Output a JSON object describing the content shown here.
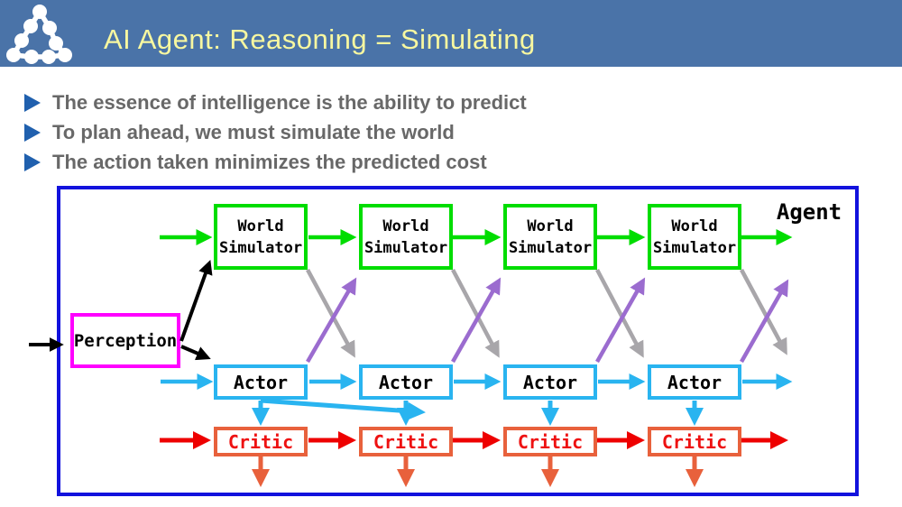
{
  "header": {
    "title": "AI Agent: Reasoning = Simulating",
    "logo_icon": "dot-triangle-network-logo",
    "bg_color": "#4a73a8",
    "title_color": "#f7f7a0"
  },
  "bullets": {
    "marker_color": "#2060ae",
    "text_color": "#686868",
    "items": [
      "The essence of intelligence is the ability to predict",
      "To plan ahead, we must simulate the world",
      "The action taken minimizes the predicted cost"
    ]
  },
  "diagram": {
    "agent_label": "Agent",
    "perception_label": "Perception",
    "world_simulator_label": "World\nSimulator",
    "actor_label": "Actor",
    "critic_label": "Critic",
    "num_columns": 4,
    "colors": {
      "frame_border": "#1212dd",
      "world_simulator_border": "#00dd00",
      "actor_border": "#29b4f0",
      "critic_border": "#e8613c",
      "critic_text": "#ee1111",
      "perception_border": "#ff00ff",
      "green_arrows": "#00dd00",
      "cyan_arrows": "#29b4f0",
      "red_arrows": "#ee0000",
      "salmon_arrows": "#e8613c",
      "gray_arrows": "#a8a6aa",
      "purple_arrows": "#9b6ccf",
      "black_arrows": "#000000"
    }
  }
}
